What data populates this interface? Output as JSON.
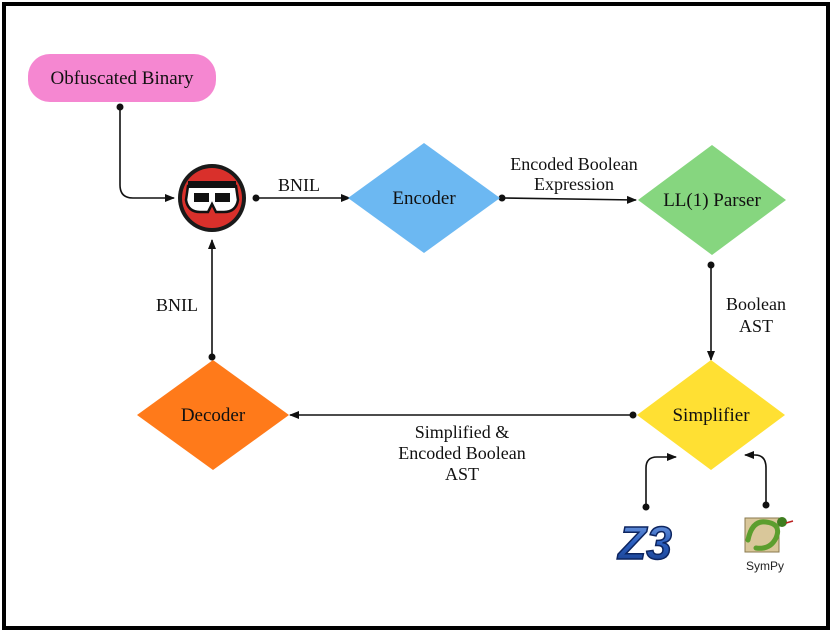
{
  "nodes": {
    "input": "Obfuscated Binary",
    "encoder": "Encoder",
    "parser": "LL(1) Parser",
    "simplifier": "Simplifier",
    "decoder": "Decoder"
  },
  "edges": {
    "to_encoder": "BNIL",
    "to_parser_line1": "Encoded Boolean",
    "to_parser_line2": "Expression",
    "to_simplifier_line1": "Boolean",
    "to_simplifier_line2": "AST",
    "to_decoder_line1": "Simplified &",
    "to_decoder_line2": "Encoded Boolean",
    "to_decoder_line3": "AST",
    "to_tool": "BNIL"
  },
  "logos": {
    "z3": "Z3",
    "sympy": "SymPy"
  },
  "colors": {
    "input": "#f587d1",
    "encoder": "#6cb8f2",
    "parser": "#86d67f",
    "simplifier": "#ffe033",
    "decoder": "#ff7a1a",
    "tool_icon": "#d9302b"
  }
}
